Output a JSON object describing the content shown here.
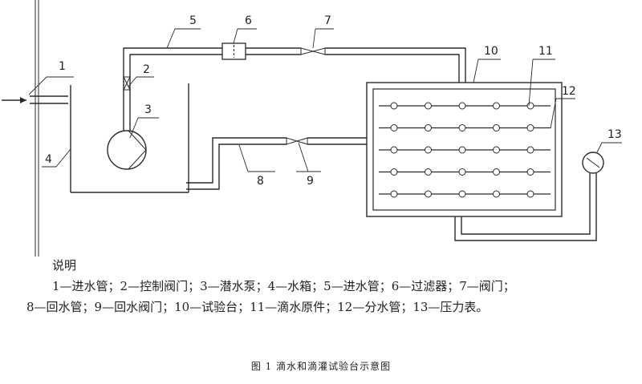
{
  "diagram": {
    "labels": {
      "l1": "1",
      "l2": "2",
      "l3": "3",
      "l4": "4",
      "l5": "5",
      "l6": "6",
      "l7": "7",
      "l8": "8",
      "l9": "9",
      "l10": "10",
      "l11": "11",
      "l12": "12",
      "l13": "13"
    },
    "emitter_grid": {
      "rows": 5,
      "columns": 5
    }
  },
  "legend": {
    "title": "说明",
    "line1": "1—进水管；2—控制阀门；3—潜水泵；4—水箱；5—进水管；6—过滤器；7—阀门；",
    "line2": "8—回水管；9—回水阀门；10—试验台；11—滴水原件；12—分水管；13—压力表。"
  },
  "caption": "图 1 滴水和滴灌试验台示意图"
}
